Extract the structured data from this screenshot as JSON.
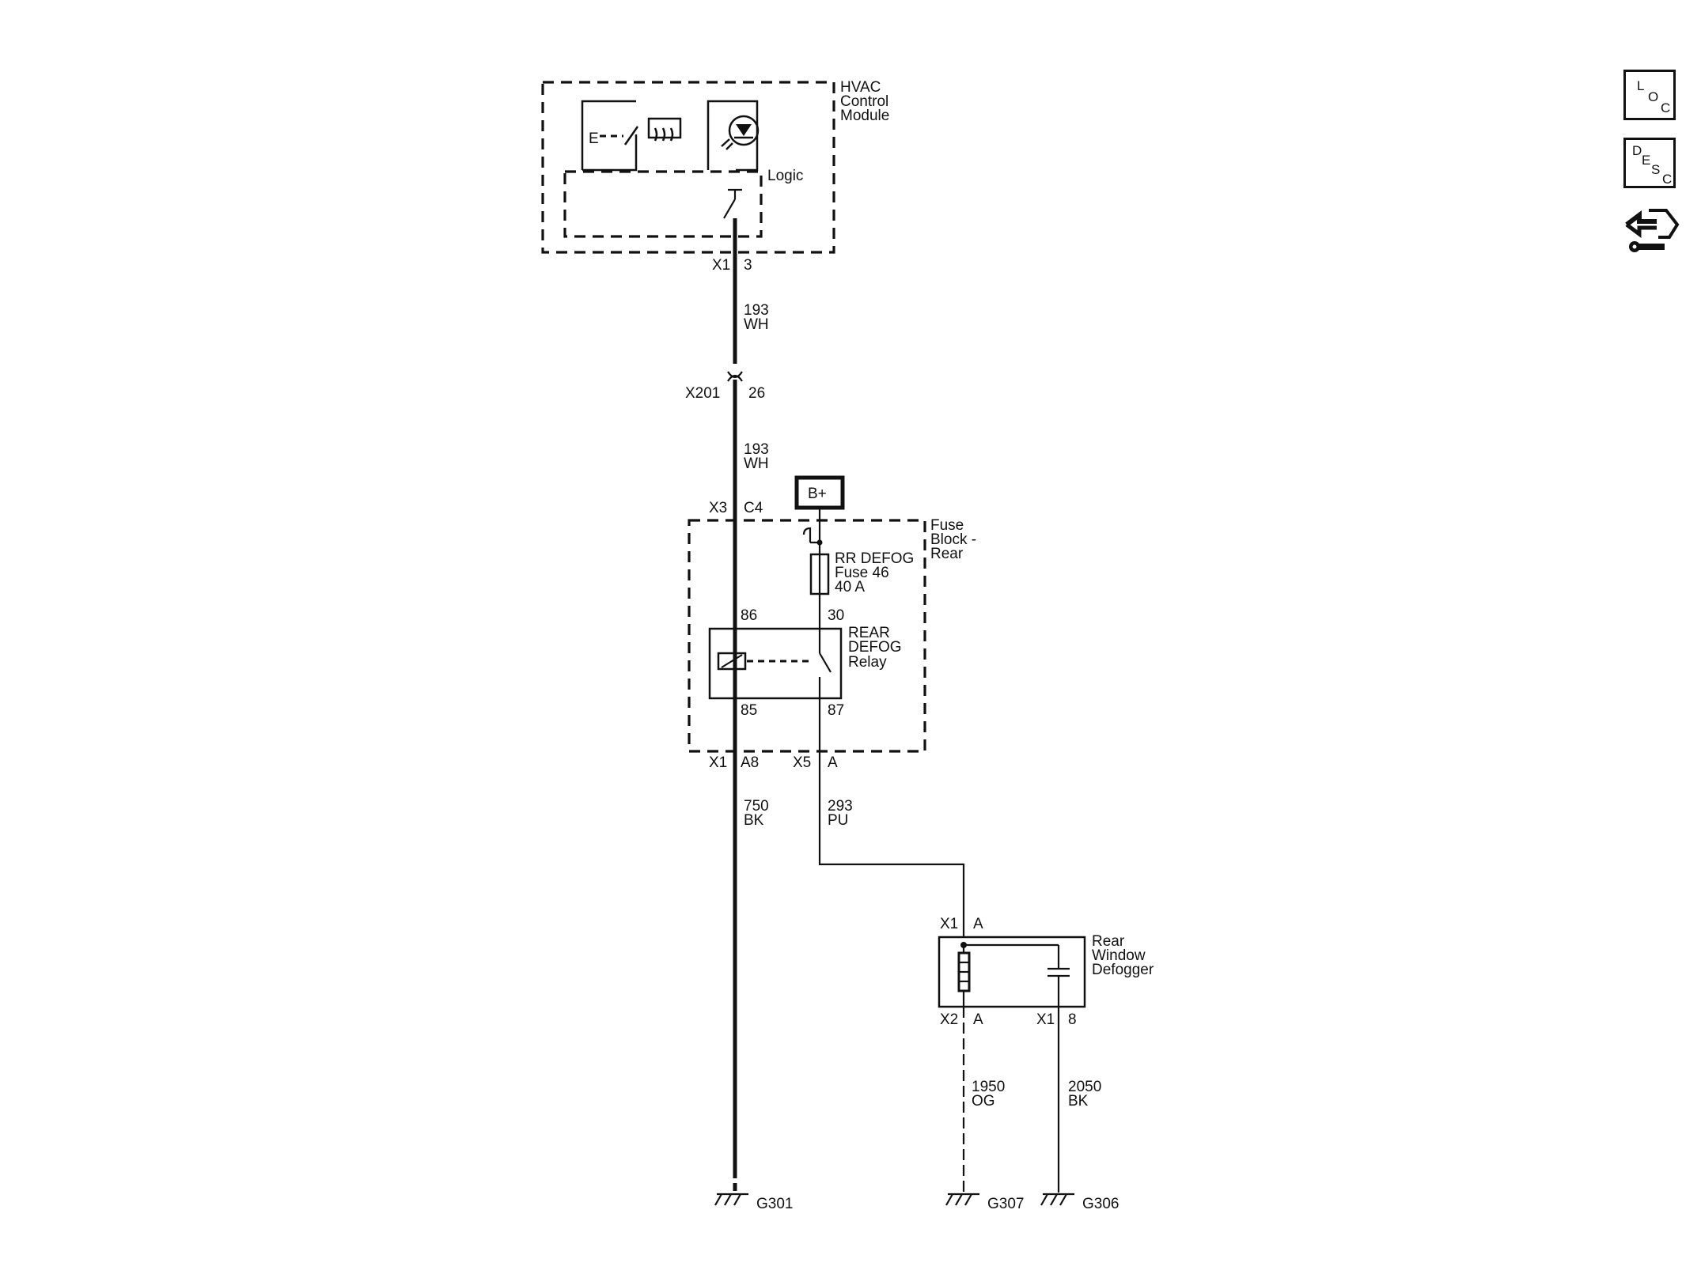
{
  "components": {
    "hvac_module": {
      "name_line1": "HVAC",
      "name_line2": "Control",
      "name_line3": "Module",
      "logic_label": "Logic"
    },
    "fuse_block": {
      "name_line1": "Fuse",
      "name_line2": "Block -",
      "name_line3": "Rear"
    },
    "fuse": {
      "line1": "RR DEFOG",
      "line2": "Fuse 46",
      "line3": "40 A"
    },
    "relay": {
      "line1": "REAR",
      "line2": "DEFOG",
      "line3": "Relay",
      "pin_86": "86",
      "pin_30": "30",
      "pin_85": "85",
      "pin_87": "87"
    },
    "battery": {
      "label": "B+"
    },
    "defogger": {
      "line1": "Rear",
      "line2": "Window",
      "line3": "Defogger"
    }
  },
  "connectors": {
    "hvac_x1": "X1",
    "hvac_pin": "3",
    "inline": "X201",
    "inline_pin": "26",
    "fb_x3": "X3",
    "fb_x3_pin": "C4",
    "fb_x1": "X1",
    "fb_x1_pin": "A8",
    "fb_x5": "X5",
    "fb_x5_pin": "A",
    "def_x1_top": "X1",
    "def_x1_top_pin": "A",
    "def_x2": "X2",
    "def_x2_pin": "A",
    "def_x1_bot": "X1",
    "def_x1_bot_pin": "8"
  },
  "wires": {
    "w1_circuit": "193",
    "w1_color": "WH",
    "w2_circuit": "193",
    "w2_color": "WH",
    "w3_circuit": "750",
    "w3_color": "BK",
    "w4_circuit": "293",
    "w4_color": "PU",
    "w5_circuit": "1950",
    "w5_color": "OG",
    "w6_circuit": "2050",
    "w6_color": "BK"
  },
  "grounds": {
    "g1": "G301",
    "g2": "G307",
    "g3": "G306"
  },
  "side_nav": {
    "loc": {
      "l": "L",
      "o": "O",
      "c": "C"
    },
    "desc": {
      "d": "D",
      "e": "E",
      "s": "S",
      "c": "C"
    },
    "connector_icon": "connector-end-view-icon"
  }
}
